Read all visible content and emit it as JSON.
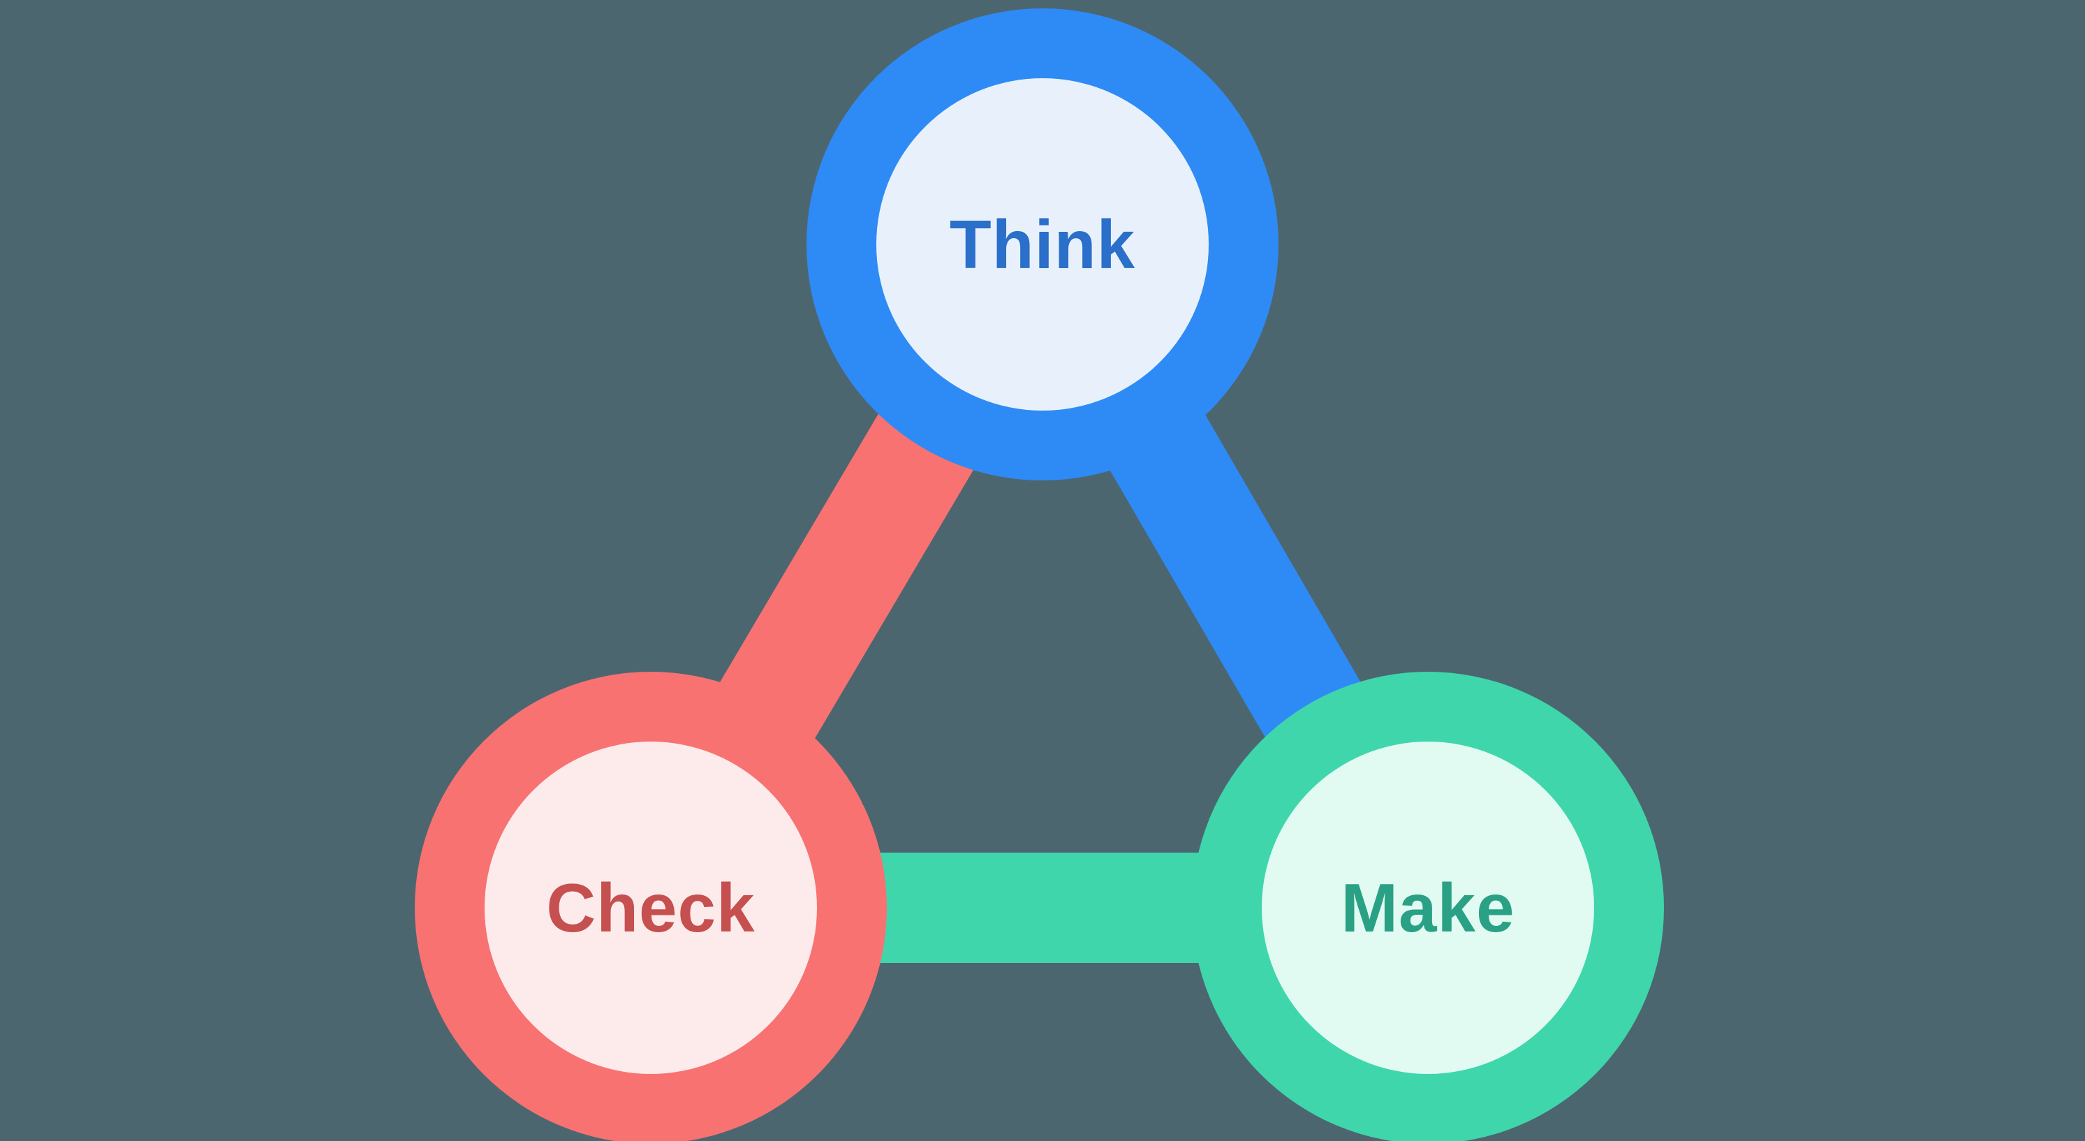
{
  "diagram": {
    "background_color": "#4C6670",
    "nodes": [
      {
        "id": "think",
        "label": "Think",
        "ring_color": "#2E8BF5",
        "fill_color": "#E8F1FB",
        "label_color": "#2A6FC9"
      },
      {
        "id": "check",
        "label": "Check",
        "ring_color": "#F87272",
        "fill_color": "#FDEBEB",
        "label_color": "#C64F4F"
      },
      {
        "id": "make",
        "label": "Make",
        "ring_color": "#3FD6AC",
        "fill_color": "#E1FBF3",
        "label_color": "#2AA185"
      }
    ],
    "connectors": [
      {
        "from": "think",
        "to": "check",
        "color": "#F87272"
      },
      {
        "from": "think",
        "to": "make",
        "color": "#2E8BF5"
      },
      {
        "from": "check",
        "to": "make",
        "color": "#3FD6AC"
      }
    ]
  }
}
